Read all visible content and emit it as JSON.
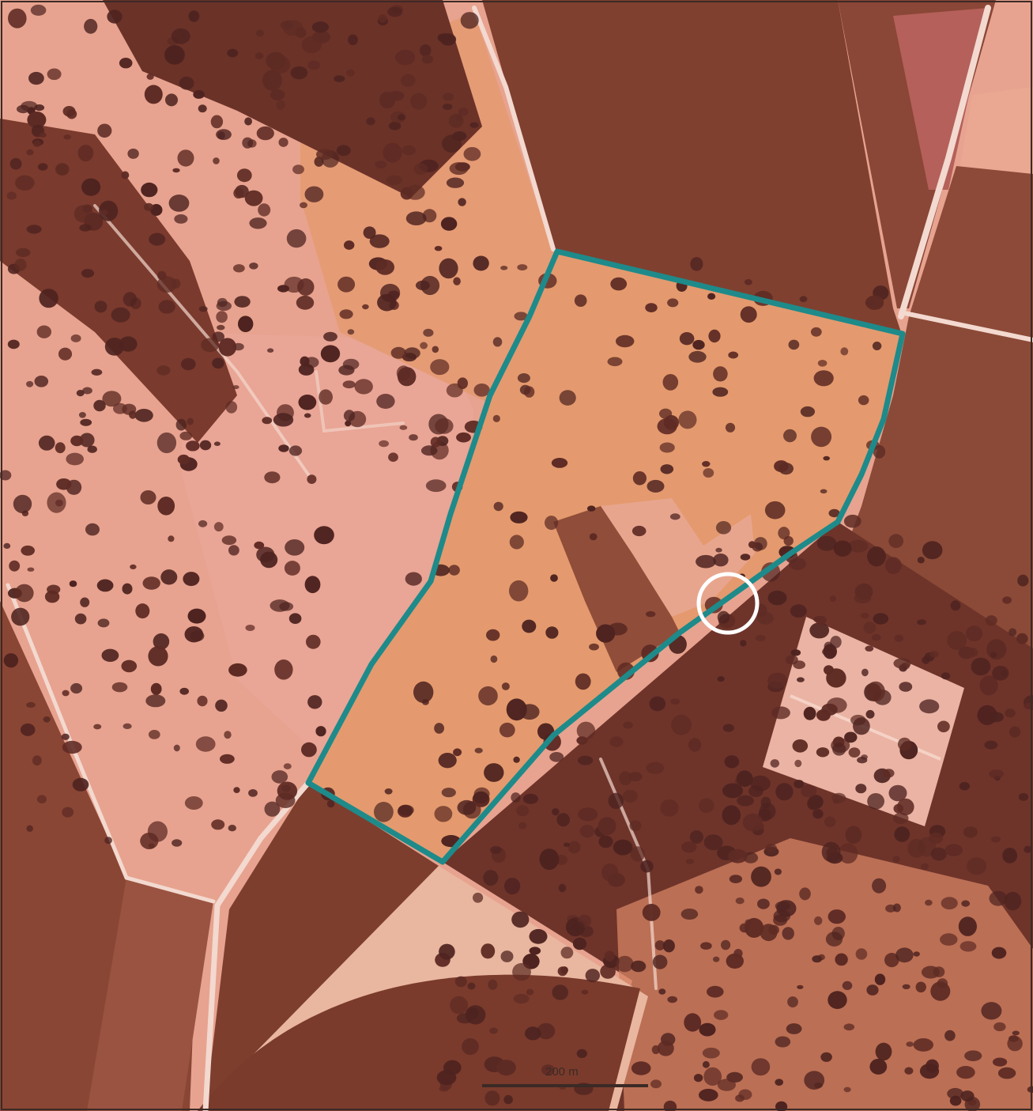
{
  "map": {
    "view": "aerial-photo",
    "colors": {
      "parcel_outline": "#1e8a8a",
      "marker_ring": "#ffffff",
      "light_field": "#e7a38f",
      "orange_pasture": "#e49a6e",
      "dark_field": "#7e3f2f",
      "forest": "#5a2a22",
      "road": "#f3d9cf"
    },
    "parcel": {
      "label": "",
      "outline_color": "#1e8a8a"
    },
    "marker": {
      "type": "circle",
      "color": "#ffffff"
    },
    "scale_bar": {
      "label": "200 m"
    }
  }
}
